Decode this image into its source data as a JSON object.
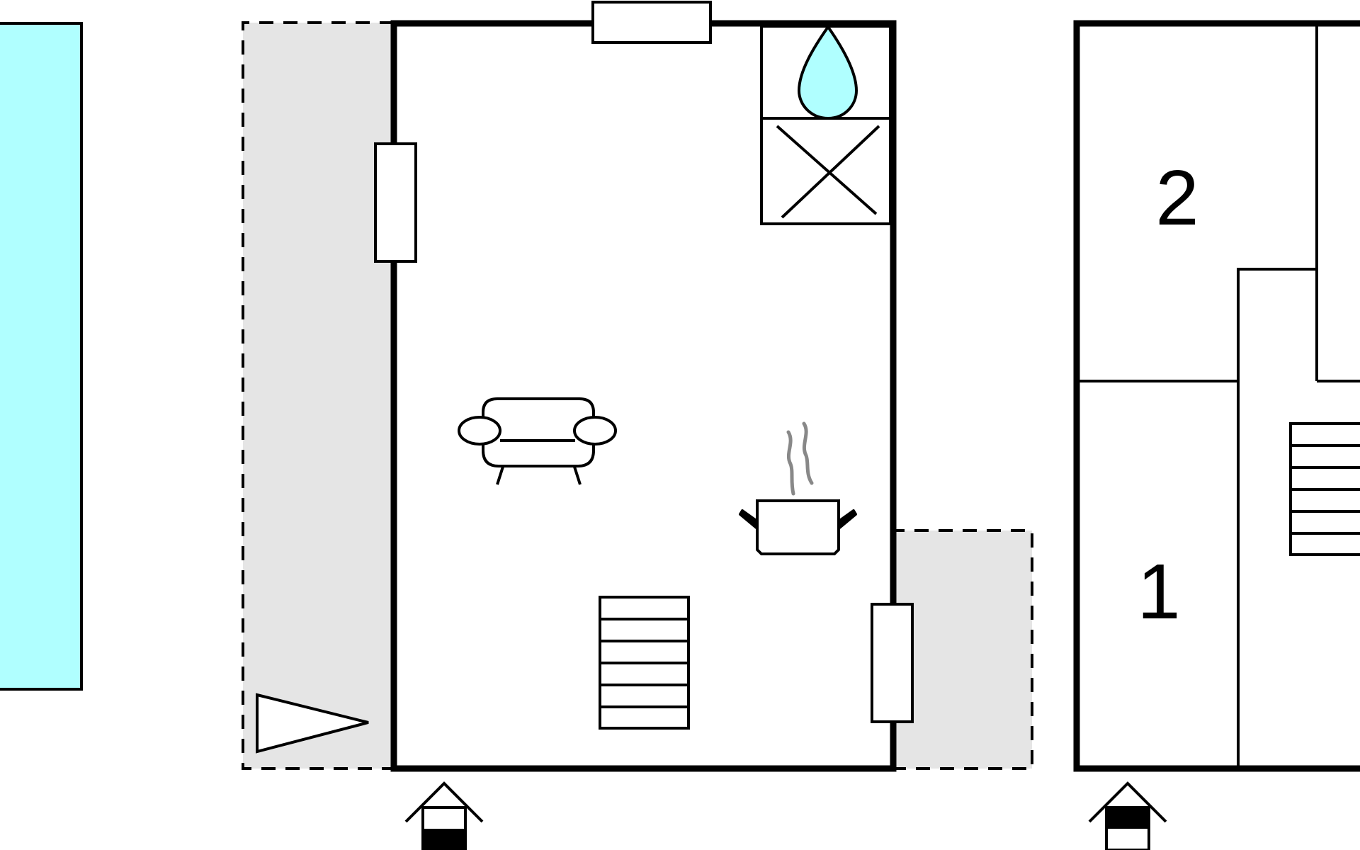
{
  "colors": {
    "wall": "#000000",
    "terrace": "#e5e5e5",
    "water": "#b0ffff",
    "steam": "#888888",
    "background": "#ffffff"
  },
  "floor2": {
    "rooms": [
      {
        "number": "2"
      },
      {
        "number": "1"
      }
    ]
  },
  "icons": [
    "pool",
    "water-drop-icon",
    "shower-tray-icon",
    "sofa-icon",
    "cooking-pot-icon",
    "staircase-icon",
    "entrance-arrow-icon",
    "window-icon",
    "north-arrow-icon"
  ]
}
